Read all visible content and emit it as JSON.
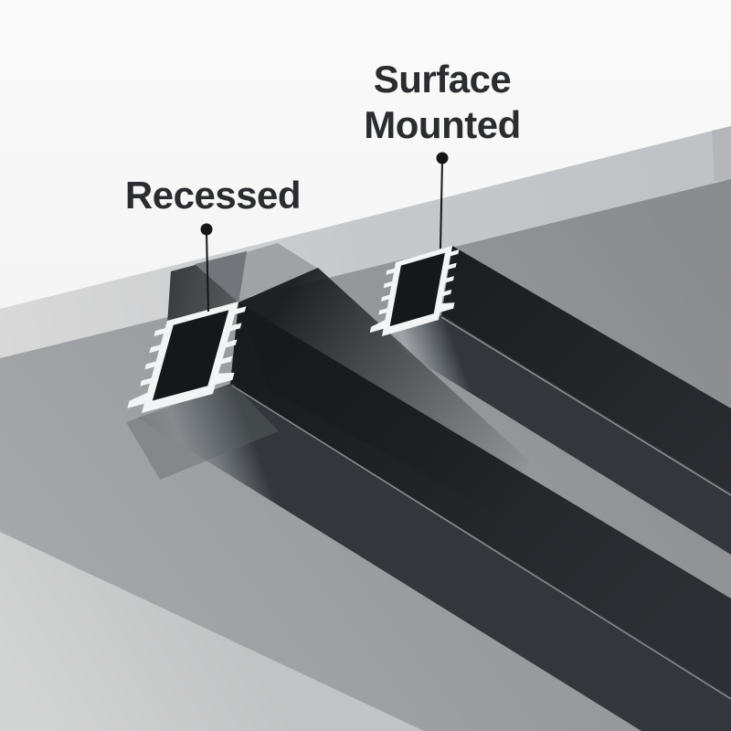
{
  "annotations": {
    "recessed": {
      "label": "Recessed"
    },
    "surface_mounted": {
      "label_line1": "Surface",
      "label_line2": "Mounted"
    }
  },
  "colors": {
    "label_text": "#2a2c2f",
    "leader_line": "#161616",
    "aluminum_white": "#f3f4f5",
    "profile_interior": "#15171a",
    "profile_black": "#1b1d20",
    "diffuser_gray": "#8c8f93",
    "panel_edge_light": "#c9cbcd",
    "panel_underside_gray": "#97999c",
    "recess_slot_dark": "#3b3d40",
    "background_white": "#f8f8f8"
  }
}
